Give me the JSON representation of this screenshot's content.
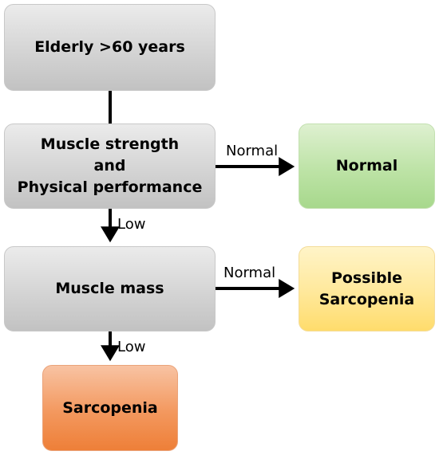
{
  "nodes": {
    "elderly": {
      "lines": [
        "Elderly >60 years"
      ]
    },
    "strength": {
      "lines": [
        "Muscle strength",
        "and",
        "Physical performance"
      ]
    },
    "normal": {
      "lines": [
        "Normal"
      ]
    },
    "mass": {
      "lines": [
        "Muscle mass"
      ]
    },
    "possible": {
      "lines": [
        "Possible",
        "Sarcopenia"
      ]
    },
    "sarcopenia": {
      "lines": [
        "Sarcopenia"
      ]
    }
  },
  "edges": {
    "strength_to_normal": "Normal",
    "strength_to_mass": "Low",
    "mass_to_possible": "Normal",
    "mass_to_sarcopenia": "Low"
  },
  "colors": {
    "grey": "#d4d4d4",
    "green": "#bde3a6",
    "yellow": "#ffe89a",
    "orange": "#f3985e",
    "arrow": "#000000"
  }
}
